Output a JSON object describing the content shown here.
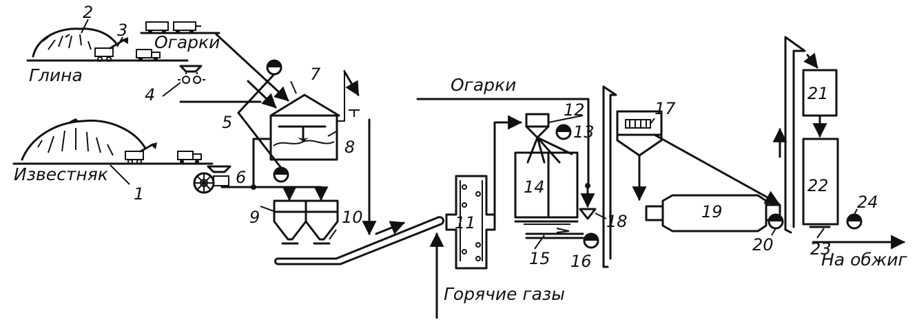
{
  "diagram": {
    "labels": {
      "clay": "Глина",
      "limestone": "Известняк",
      "cinders_top": "Огарки",
      "cinders_mid": "Огарки",
      "hot_gases": "Горячие газы",
      "to_firing": "На обжиг"
    },
    "numbers": [
      "1",
      "2",
      "3",
      "4",
      "5",
      "6",
      "7",
      "8",
      "9",
      "10",
      "11",
      "12",
      "13",
      "14",
      "15",
      "16",
      "17",
      "18",
      "19",
      "20",
      "21",
      "22",
      "23",
      "24"
    ]
  }
}
